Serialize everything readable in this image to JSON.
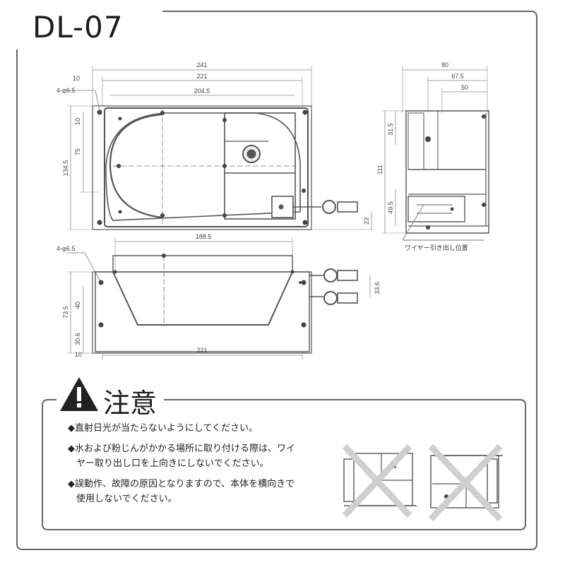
{
  "title": "DL-07",
  "top_view": {
    "dims": {
      "overall_width": "241",
      "inner_width": "221",
      "flange_width": "204.5",
      "edge_offset": "10",
      "hole_label": "4-φ6.5",
      "left_top": "10",
      "left_mid": "75",
      "left_total": "134.5",
      "right_small": "23"
    }
  },
  "side_view": {
    "dims": {
      "width_total": "80",
      "width_mid": "67.5",
      "width_inner": "50",
      "height_top": "31.5",
      "height_total": "111",
      "height_bottom": "49.5"
    },
    "callout": "ワイヤー引き出し位置"
  },
  "front_view": {
    "dims": {
      "top_width": "188.5",
      "hole_label": "4-φ6.5",
      "height_total": "73.5",
      "height_mid": "40",
      "height_small": "30.6",
      "bottom_width": "221",
      "bottom_edge": "10",
      "right_height": "33.6"
    }
  },
  "caution": {
    "heading": "注意",
    "items": [
      "◆直射日光が当たらないようにしてください。",
      "◆水および粉じんがかかる場所に取り付ける際は、ワイ",
      "ヤー取り出し口を上向きにしないでください。",
      "◆誤動作、故障の原因となりますので、本体を横向きで",
      "使用しないでください。"
    ]
  },
  "colors": {
    "line": "#555555",
    "light_line": "#999999",
    "frame": "#666666",
    "cross": "#cfcfcf"
  }
}
